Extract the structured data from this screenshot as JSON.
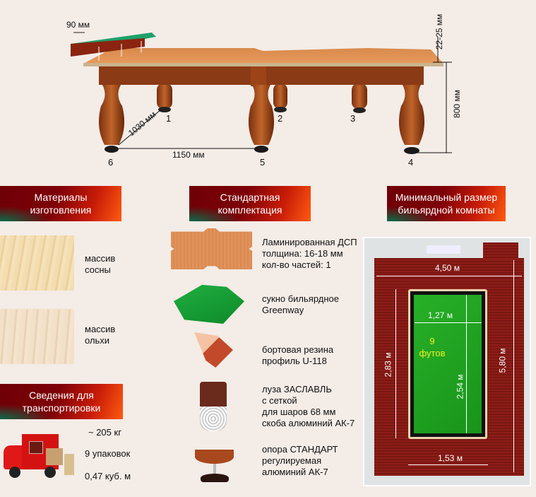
{
  "table_diagram": {
    "rail_width": "90 мм",
    "slate_thickness": "22-25 мм",
    "height": "800 мм",
    "leg_depth_span": "1030 мм",
    "leg_length_span": "1150 мм",
    "legs": [
      "1",
      "2",
      "3",
      "4",
      "5",
      "6"
    ]
  },
  "sections": {
    "materials": {
      "title": "Материалы\nизготовления",
      "items": [
        {
          "label": "массив\nсосны",
          "color": "#f0d7a8"
        },
        {
          "label": "массив\nольхи",
          "color": "#efd9bd"
        }
      ]
    },
    "standard_kit": {
      "title": "Стандартная\nкомплектация",
      "items": [
        {
          "icon": "slate-board-icon",
          "text": "Ламинированная ДСП\nтолщина: 16-18 мм\nкол-во частей: 1"
        },
        {
          "icon": "cloth-icon",
          "text": "сукно бильярдное\nGreenway"
        },
        {
          "icon": "rubber-profile-icon",
          "text": "бортовая резина\nпрофиль U-118"
        },
        {
          "icon": "pocket-icon",
          "text": "луза ЗАСЛАВЛЬ\nс сеткой\nдля шаров 68 мм\nскоба алюминий АК-7"
        },
        {
          "icon": "foot-support-icon",
          "text": "опора СТАНДАРТ\nрегулируемая\nалюминий АК-7"
        }
      ]
    },
    "room": {
      "title": "Минимальный размер\nбильярдной комнаты",
      "room_width": "4,50 м",
      "room_length": "5,80 м",
      "table_outer_length": "2,83 м",
      "table_outer_width": "1,53 м",
      "play_width": "1,27 м",
      "play_length": "2,54 м",
      "table_size": "9\nфутов"
    },
    "transport": {
      "title": "Сведения для\nтранспортировки",
      "weight": "~ 205 кг",
      "packages": "9 упаковок",
      "volume": "0,47 куб. м"
    }
  },
  "colors": {
    "banner_dark": "#7d0208",
    "banner_light": "#ff5a10",
    "felt": "#1fa12a",
    "carpet": "#8a1c16",
    "label_yellow": "#f0f020"
  }
}
